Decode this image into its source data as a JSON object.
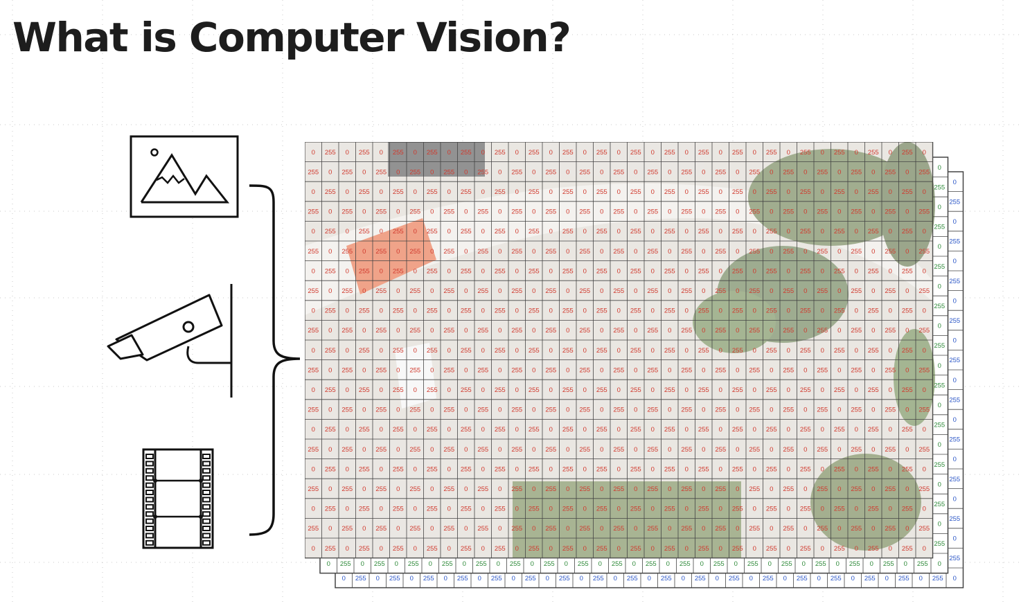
{
  "slide": {
    "title": "What is Computer Vision?"
  },
  "icons": {
    "image": "image-icon",
    "camera": "security-camera-icon",
    "film": "film-strip-icon"
  },
  "pixel_layers": {
    "cell_values": [
      "0",
      "255"
    ],
    "colors": {
      "red_channel": "#d03a2e",
      "green_channel": "#2f8a3a",
      "blue_channel": "#2b56c7"
    }
  }
}
